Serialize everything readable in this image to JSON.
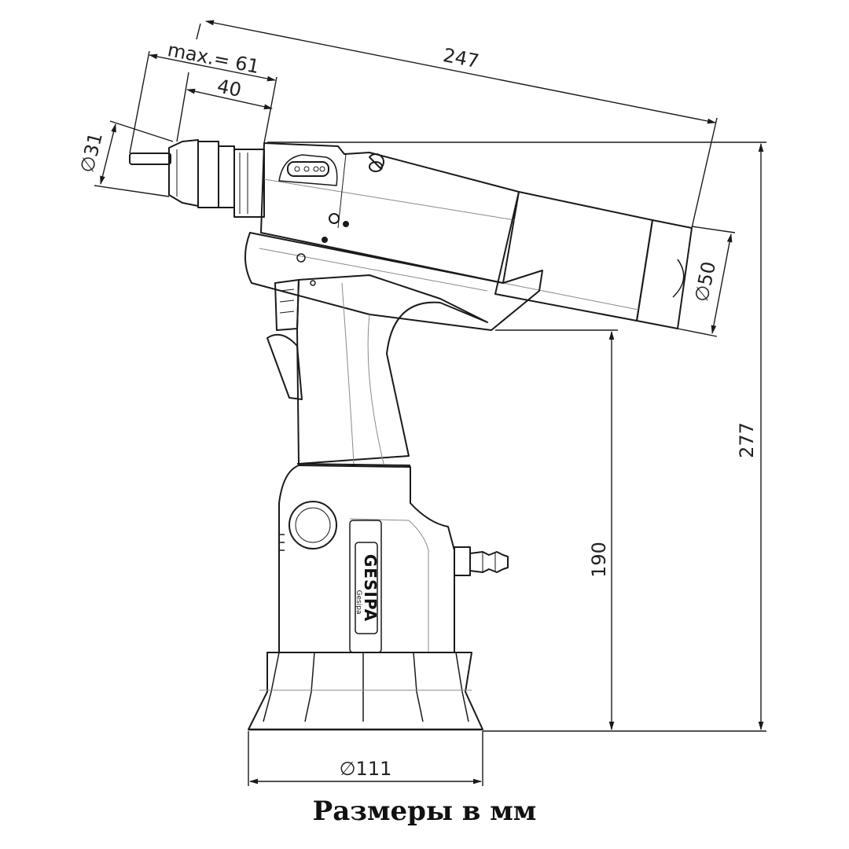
{
  "dimensions": {
    "max_length_label": "max.= 61",
    "nose_length_label": "40",
    "total_length_label": "247",
    "nose_diameter_label": "∅31",
    "cylinder_diameter_label": "∅50",
    "total_height_label": "277",
    "handle_height_label": "190",
    "base_diameter_label": "∅111"
  },
  "logo": {
    "brand": "GESIPA",
    "tagline": "Gesipa"
  },
  "caption": "Размеры в мм",
  "colors": {
    "line": "#1a1a1a",
    "hidden_line": "#8a8a8a",
    "background": "#ffffff"
  }
}
